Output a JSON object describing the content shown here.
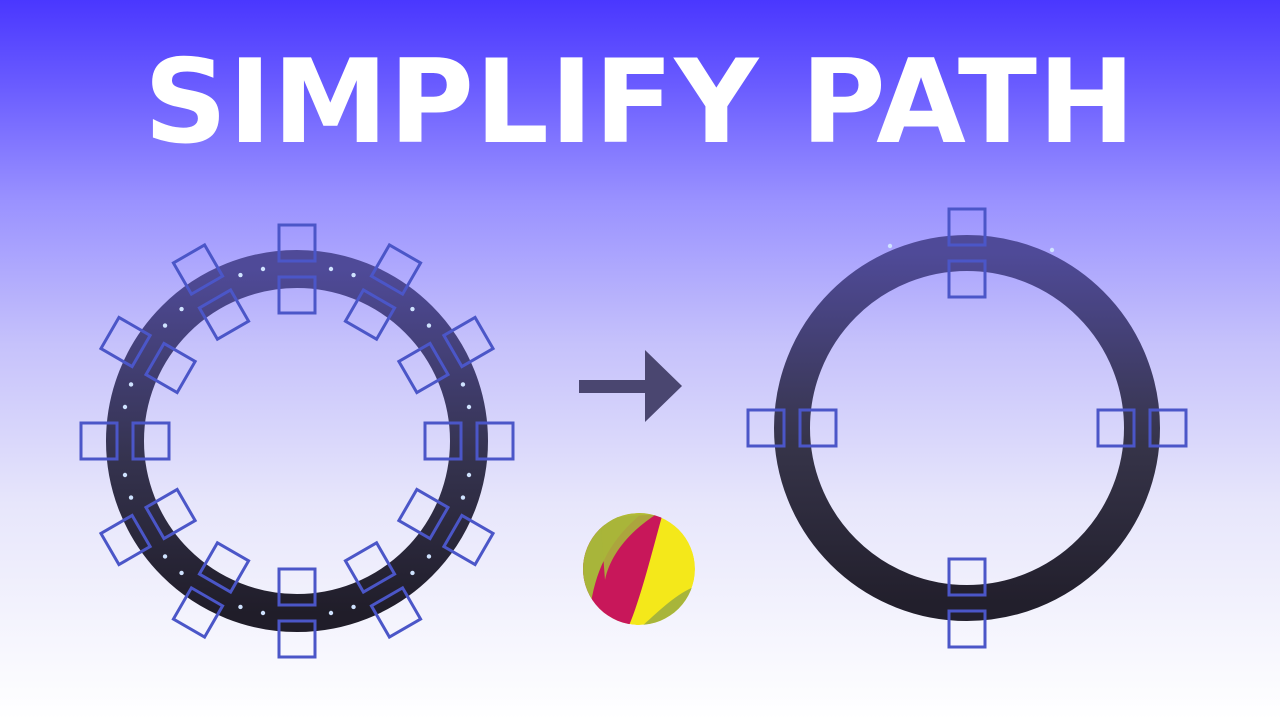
{
  "title": "SIMPLIFY PATH",
  "colors": {
    "ring_top": "#4d4894",
    "ring_bottom": "#23202e",
    "handle_stroke": "#4b56c8",
    "arrow": "#4a4670",
    "logo_yellow": "#f4e81a",
    "logo_magenta": "#c8175a",
    "logo_green": "#a8b53a"
  },
  "left_ring": {
    "handle_pairs": 12,
    "description_icon": "node-handle-icon"
  },
  "right_ring": {
    "handle_pairs": 4,
    "description_icon": "node-handle-icon"
  },
  "logo": "gravit-designer-logo-icon"
}
